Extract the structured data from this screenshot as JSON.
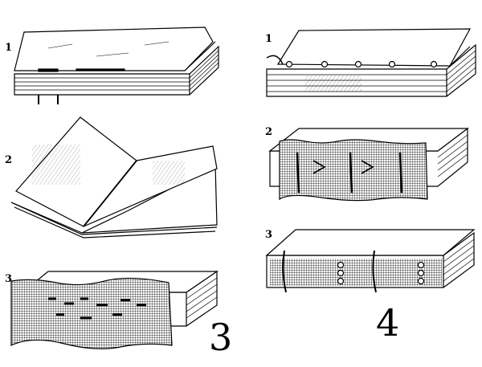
{
  "figure_left": {
    "number": "3",
    "steps": [
      {
        "label": "1",
        "name": "book-block-with-folded-sheets"
      },
      {
        "label": "2",
        "name": "open-folded-signature"
      },
      {
        "label": "3",
        "name": "block-with-gauze-strip"
      }
    ]
  },
  "figure_right": {
    "number": "4",
    "steps": [
      {
        "label": "1",
        "name": "sewn-signatures-thread-loops"
      },
      {
        "label": "2",
        "name": "block-with-mesh-and-tapes"
      },
      {
        "label": "3",
        "name": "stitched-spine-with-tapes"
      }
    ]
  },
  "colors": {
    "ink": "#000000",
    "paper": "#ffffff"
  }
}
